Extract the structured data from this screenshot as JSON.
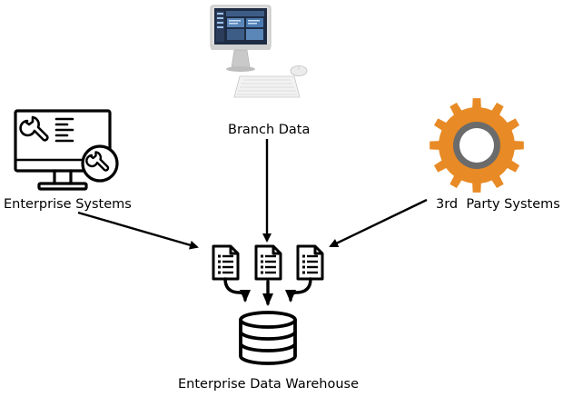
{
  "labels": {
    "branch": "Branch Data",
    "enterprise": "Enterprise Systems",
    "third_party": "3rd  Party Systems",
    "warehouse": "Enterprise Data Warehouse"
  },
  "colors": {
    "line": "#000000",
    "gear_orange": "#e88a25",
    "gear_ring": "#6b6b6b",
    "screen_dark": "#1e2c44",
    "screen_mid": "#3e5d86",
    "monitor_silver": "#d6d6d6",
    "keyboard": "#f2f2f2"
  },
  "icons": {
    "branch": "desktop-computer-icon",
    "enterprise": "monitor-wrench-icon",
    "third_party": "gear-icon",
    "documents": "document-icon",
    "warehouse": "database-icon"
  }
}
